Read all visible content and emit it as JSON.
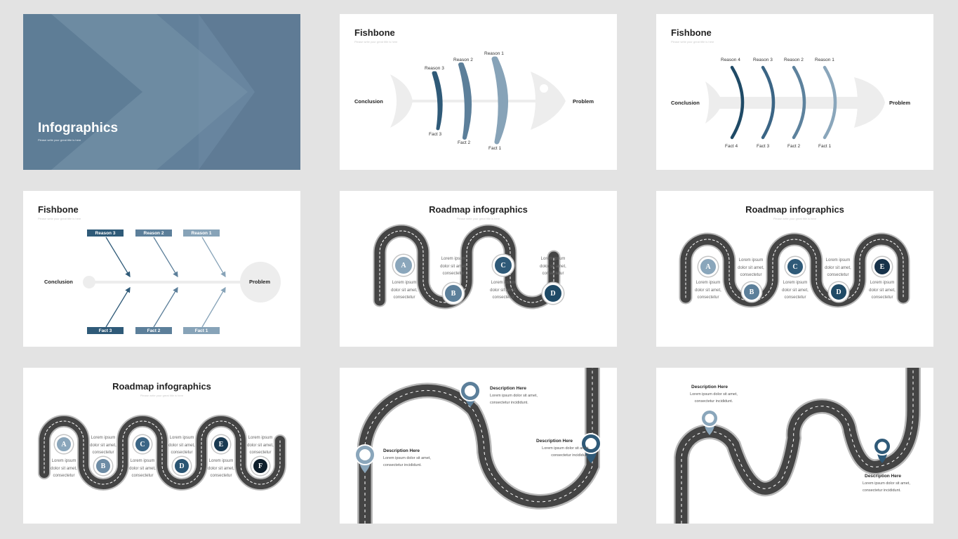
{
  "colors": {
    "dark": "#1f4a66",
    "mid": "#5a7f9b",
    "light": "#8aa6bb",
    "road": "#4a4a4a",
    "roadEdge": "#bdbdbd",
    "bone": "#ededed"
  },
  "cover": {
    "title": "Infographics",
    "subtitle": "Please write your great title is here"
  },
  "fishbone_a": {
    "title": "Fishbone",
    "subtitle": "Please write your great title is here",
    "conclusion": "Conclusion",
    "problem": "Problem",
    "reasons": [
      "Reason 3",
      "Reason 2",
      "Reason 1"
    ],
    "facts": [
      "Fact 3",
      "Fact 2",
      "Fact 1"
    ]
  },
  "fishbone_b": {
    "title": "Fishbone",
    "subtitle": "Please write your great title is here",
    "conclusion": "Conclusion",
    "problem": "Problem",
    "reasons": [
      "Reason 4",
      "Reason 3",
      "Reason 2",
      "Reason 1"
    ],
    "facts": [
      "Fact 4",
      "Fact 3",
      "Fact 2",
      "Fact 1"
    ]
  },
  "fishbone_c": {
    "title": "Fishbone",
    "subtitle": "Please write your great title is here",
    "conclusion": "Conclusion",
    "problem": "Problem",
    "reasons": [
      "Reason 3",
      "Reason 2",
      "Reason 1"
    ],
    "facts": [
      "Fact 3",
      "Fact 2",
      "Fact 1"
    ]
  },
  "roadmap_4": {
    "title": "Roadmap infographics",
    "subtitle": "Please write your great title is here",
    "letters": [
      "A",
      "B",
      "C",
      "D"
    ],
    "text": "Lorem ipsum dolor sit amet, consectetur"
  },
  "roadmap_5": {
    "title": "Roadmap infographics",
    "subtitle": "Please write your great title is here",
    "letters": [
      "A",
      "B",
      "C",
      "D",
      "E"
    ],
    "text": "Lorem ipsum dolor sit amet, consectetur"
  },
  "roadmap_6": {
    "title": "Roadmap infographics",
    "subtitle": "Please write your great title is here",
    "letters": [
      "A",
      "B",
      "C",
      "D",
      "E",
      "F"
    ],
    "text": "Lorem ipsum dolor sit amet, consectetur"
  },
  "road_a": {
    "items": [
      {
        "heading": "Description Here",
        "text": "Lorem ipsum dolor sit amet, consectetur incididunt."
      },
      {
        "heading": "Description Here",
        "text": "Lorem ipsum dolor sit amet, consectetur incididunt."
      },
      {
        "heading": "Description Here",
        "text": "Lorem ipsum dolor sit amet, consectetur incididunt."
      }
    ]
  },
  "road_b": {
    "items": [
      {
        "heading": "Description Here",
        "text": "Lorem ipsum dolor sit amet, consectetur incididunt."
      },
      {
        "heading": "Description Here",
        "text": "Lorem ipsum dolor sit amet, consectetur incididunt."
      }
    ]
  }
}
